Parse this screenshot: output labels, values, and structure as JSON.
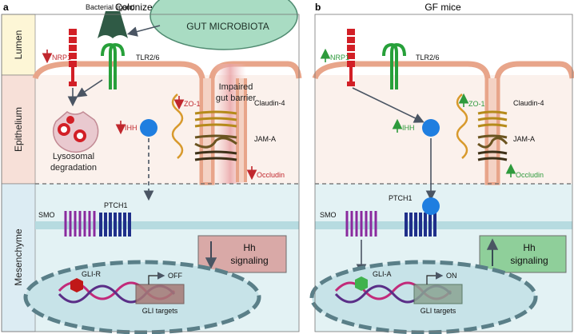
{
  "panel_a": {
    "letter": "a",
    "title": "Colonized mice",
    "microbiota": "GUT MICROBIOTA",
    "bacterial_ligand": "Bacterial ligand",
    "nrp1": "NRP1",
    "tlr": "TLR2/6",
    "impaired_line1": "Impaired",
    "impaired_line2": "gut barrier",
    "zo1": "ZO-1",
    "claudin": "Claudin-4",
    "jam": "JAM-A",
    "occludin": "Occludin",
    "ihh": "IHH",
    "lyso_line1": "Lysosomal",
    "lyso_line2": "degradation",
    "smo": "SMO",
    "ptch": "PTCH1",
    "hh_line1": "Hh",
    "hh_line2": "signaling",
    "gli": "GLI-R",
    "gli_state": "OFF",
    "gli_targets": "GLI targets"
  },
  "panel_b": {
    "letter": "b",
    "title": "GF mice",
    "nrp1": "NRP1",
    "tlr": "TLR2/6",
    "zo1": "ZO-1",
    "claudin": "Claudin-4",
    "jam": "JAM-A",
    "occludin": "Occludin",
    "ihh": "IHH",
    "smo": "SMO",
    "ptch": "PTCH1",
    "hh_line1": "Hh",
    "hh_line2": "signaling",
    "gli": "GLI-A",
    "gli_state": "ON",
    "gli_targets": "GLI targets"
  },
  "compartments": {
    "lumen": "Lumen",
    "epithelium": "Epithelium",
    "mesenchyme": "Mesenchyme"
  },
  "colors": {
    "down_arrow": "#c0272d",
    "up_arrow": "#2e9a3c",
    "lumen_bg": "#fdf7dc",
    "epithelium_bg": "#f9ebe4",
    "mesenchyme_bg": "#e4f3f5",
    "nrp1": "#d21f26",
    "tlr": "#27a03a",
    "ihh": "#1f7ee0",
    "smo": "#8a2a9e",
    "ptch": "#1f2f8a"
  }
}
